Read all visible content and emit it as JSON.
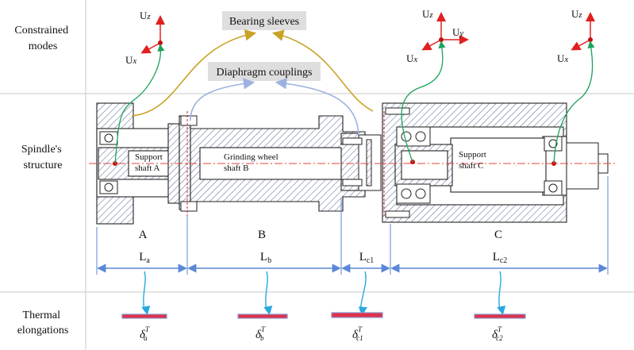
{
  "rows": {
    "constrained": [
      "Constrained",
      "modes"
    ],
    "structure": [
      "Spindle's",
      "structure"
    ],
    "thermal": [
      "Thermal",
      "elongations"
    ]
  },
  "callouts": {
    "bearing_sleeves": "Bearing sleeves",
    "diaphragm_couplings": "Diaphragm couplings"
  },
  "parts": {
    "support_a": [
      "Support",
      "shaft A"
    ],
    "grinding_b": [
      "Grinding wheel",
      "shaft B"
    ],
    "support_c": [
      "Support",
      "shaft C"
    ]
  },
  "sections": [
    "A",
    "B",
    "C"
  ],
  "lengths": [
    {
      "base": "L",
      "sub": "a"
    },
    {
      "base": "L",
      "sub": "b"
    },
    {
      "base": "L",
      "sub": "c1"
    },
    {
      "base": "L",
      "sub": "c2"
    }
  ],
  "elongations": [
    {
      "base": "δ",
      "sup": "T",
      "sub": "a"
    },
    {
      "base": "δ",
      "sup": "T",
      "sub": "b"
    },
    {
      "base": "δ",
      "sup": "T",
      "sub": "c1"
    },
    {
      "base": "δ",
      "sup": "T",
      "sub": "c2"
    }
  ],
  "axes": {
    "uz": {
      "base": "U",
      "sub": "z"
    },
    "ux": {
      "base": "U",
      "sub": "x"
    },
    "uy": {
      "base": "U",
      "sub": "y"
    }
  },
  "colors": {
    "constraint_axes": "#e02020",
    "link_lines": "#1aa35a",
    "bearing_arrows": "#c9a227",
    "coupling_arrows": "#9db2e0",
    "dimension_lines": "#5b87d6",
    "elongation_bars": "#e0304a"
  }
}
